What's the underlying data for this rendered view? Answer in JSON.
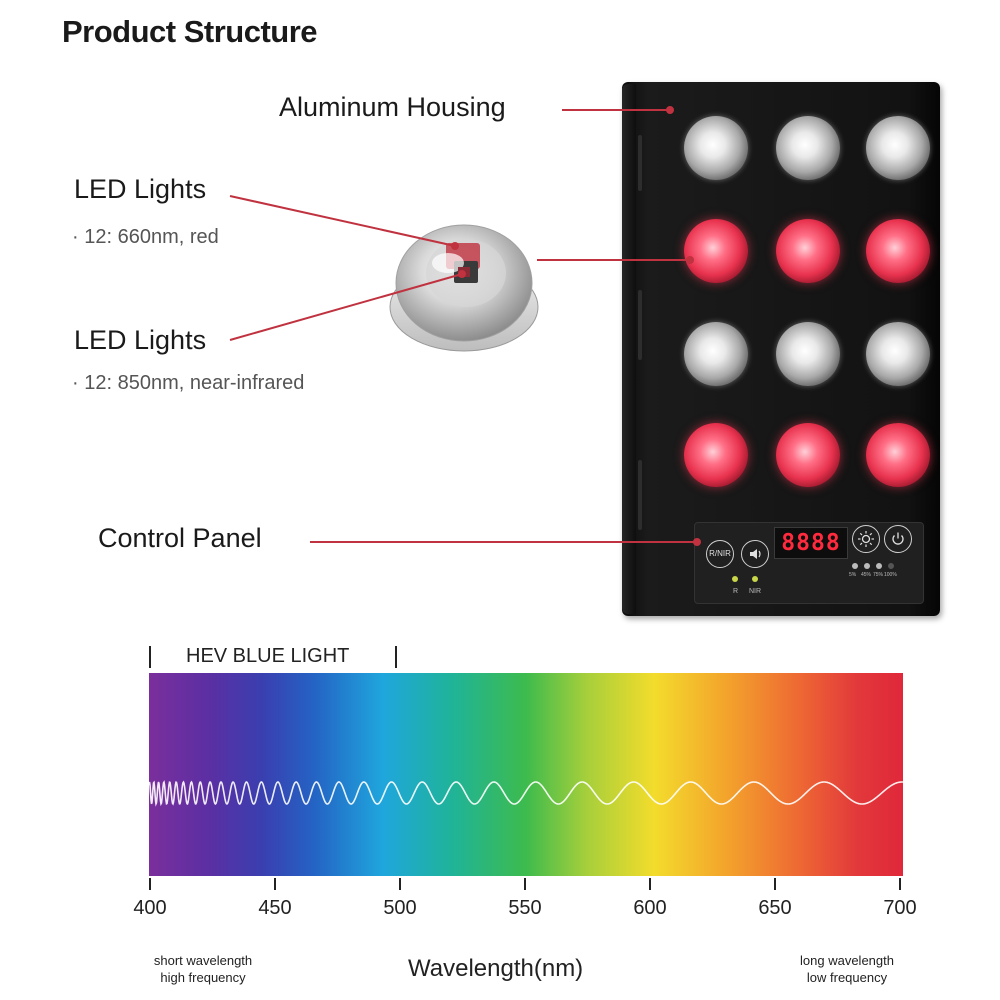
{
  "title": "Product Structure",
  "labels": {
    "housing": "Aluminum Housing",
    "led1_title": "LED Lights",
    "led1_sub": "· 12: 660nm, red",
    "led2_title": "LED Lights",
    "led2_sub": "· 12: 850nm, near-infrared",
    "control": "Control Panel"
  },
  "device": {
    "led_rows": [
      "white",
      "red",
      "white",
      "red"
    ],
    "panel": {
      "mode_button": "R/NIR",
      "display": "8888",
      "indicators": [
        "R",
        "NIR"
      ],
      "levels": [
        "5%",
        "45%",
        "75%",
        "100%"
      ]
    }
  },
  "spectrum": {
    "band_label": "HEV BLUE LIGHT",
    "axis_label": "Wavelength(nm)",
    "ticks": [
      400,
      450,
      500,
      550,
      600,
      650,
      700
    ],
    "left_note": [
      "short wavelength",
      "high frequency"
    ],
    "right_note": [
      "long wavelength",
      "low frequency"
    ]
  },
  "colors": {
    "leader": "#c0323f",
    "red_led": "#e8324e",
    "display": "#ff2a3d"
  }
}
